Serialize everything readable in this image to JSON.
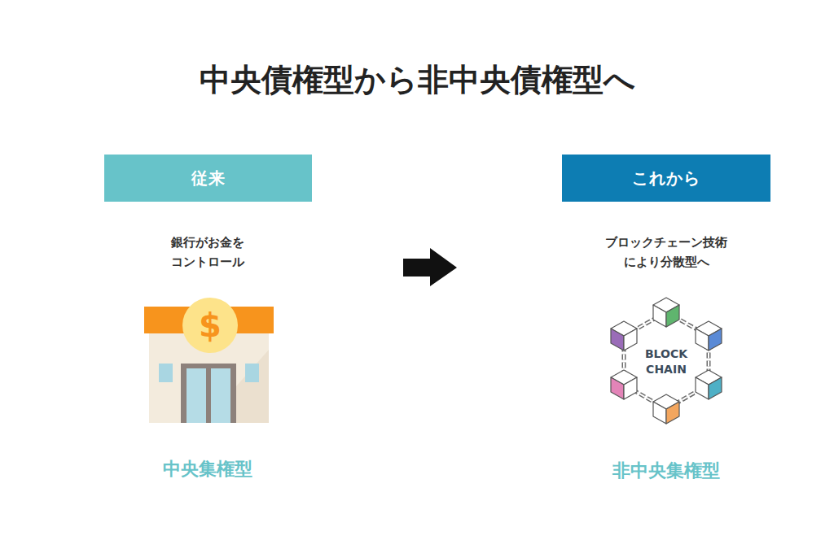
{
  "diagram": {
    "title": "中央債権型から非中央債権型へ",
    "nodes": [
      {
        "text": [
          "従来"
        ]
      },
      {
        "text": [
          "これから"
        ]
      }
    ],
    "labels": [
      "銀行がお金を コントロール",
      "$",
      "中央集権型",
      "ブロックチェーン技術 により分散型へ",
      "BLOCK",
      "CHAIN",
      "非中央集権型"
    ]
  }
}
